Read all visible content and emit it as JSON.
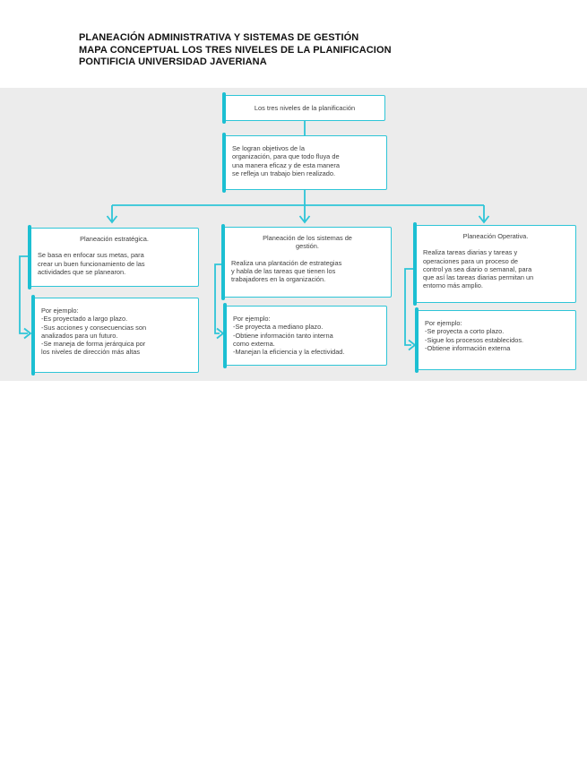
{
  "colors": {
    "accent": "#2ec5d7",
    "accent_bar": "#1cbfd2",
    "band_bg": "#ececec",
    "text": "#3f3f3f",
    "header_text": "#121212"
  },
  "header": {
    "lines": [
      "PLANEACIÓN ADMINISTRATIVA Y SISTEMAS DE GESTIÓN",
      "MAPA CONCEPTUAL LOS TRES NIVELES DE LA PLANIFICACION",
      "PONTIFICIA UNIVERSIDAD JAVERIANA"
    ]
  },
  "diagram": {
    "root_label": "Los tres niveles de la planificación",
    "definition": "Se logran objetivos de la\norganización, para que todo fluya de\nuna manera eficaz y de esta manera\nse refleja un trabajo bien realizado.",
    "branches": [
      {
        "title": "Planeación estratégica.",
        "body": "Se basa en enfocar sus metas, para\ncrear un buen funcionamiento de las\nactividades que se planearon.",
        "example": "Por ejemplo:\n-Es proyectado a largo plazo.\n-Sus acciones y consecuencias son\nanalizados para un futuro.\n-Se maneja de forma jerárquica por\nlos niveles de dirección más altas"
      },
      {
        "title": "Planeación de los sistemas de\ngestión.",
        "body": "Realiza una plantación de estrategias\ny habla de las tareas que tienen los\ntrabajadores en la organización.",
        "example": "Por ejemplo:\n-Se proyecta a mediano plazo.\n-Obtiene información tanto interna\ncomo externa.\n-Manejan la eficiencia y la efectividad."
      },
      {
        "title": "Planeación Operativa.",
        "body": "Realiza tareas diarias y tareas y\noperaciones para un proceso de\ncontrol ya sea diario o semanal, para\nque así las tareas diarias permitan un\nentorno más amplio.",
        "example": "Por ejemplo:\n-Se proyecta a corto plazo.\n-Sigue los procesos establecidos.\n-Obtiene información externa"
      }
    ]
  }
}
